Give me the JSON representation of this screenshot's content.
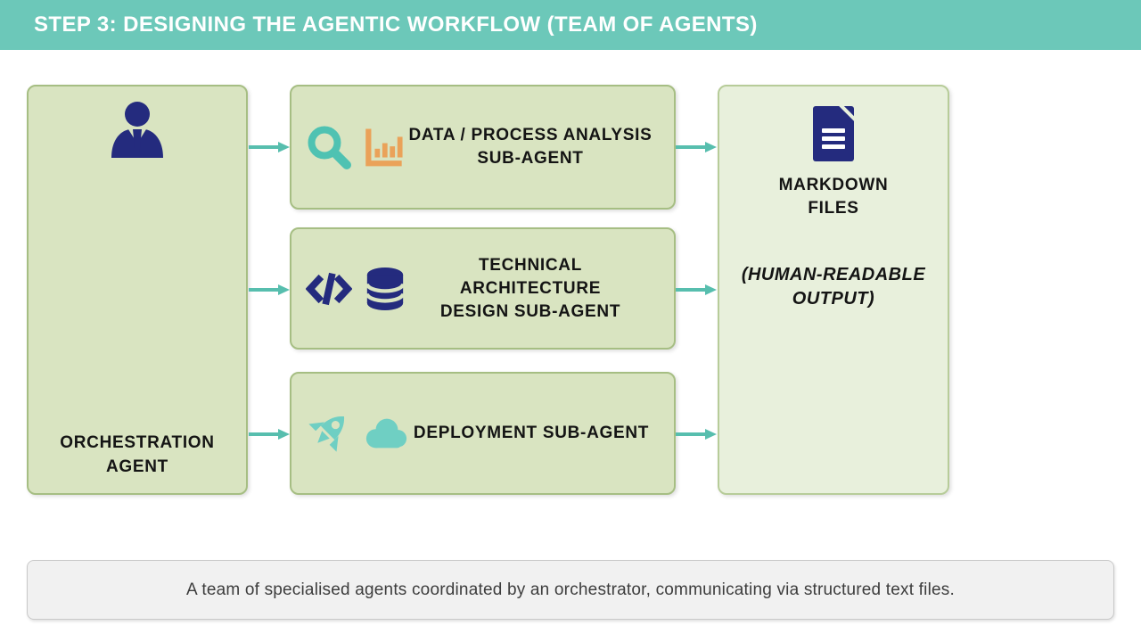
{
  "header": {
    "title": "STEP 3: DESIGNING THE AGENTIC WORKFLOW (TEAM OF AGENTS)"
  },
  "orchestrator": {
    "icon": "person-icon",
    "lines": [
      "ORCHESTRATION",
      "AGENT"
    ]
  },
  "sub_agents": [
    {
      "id": "data-process-analysis",
      "icons": [
        "search-icon",
        "bar-chart-icon"
      ],
      "lines": [
        "DATA / PROCESS ANALYSIS",
        "SUB-AGENT"
      ]
    },
    {
      "id": "technical-architecture-design",
      "icons": [
        "code-icon",
        "database-icon"
      ],
      "lines": [
        "TECHNICAL",
        "ARCHITECTURE",
        "DESIGN SUB-AGENT"
      ]
    },
    {
      "id": "deployment",
      "icons": [
        "rocket-icon",
        "cloud-icon"
      ],
      "lines": [
        "DEPLOYMENT SUB-AGENT"
      ]
    }
  ],
  "output": {
    "icon": "document-icon",
    "title_lines": [
      "MARKDOWN",
      "FILES"
    ],
    "subtitle_lines": [
      "(HUMAN-READABLE",
      "OUTPUT)"
    ]
  },
  "caption": {
    "text": "A team of specialised agents coordinated by an orchestrator, communicating via structured text files."
  },
  "colors": {
    "header_bg": "#6CC8B9",
    "arrow": "#57BEAE",
    "icon_teal": "#4FC2B2",
    "icon_teal_light": "#6FCFC3",
    "navy": "#242B7E",
    "orange": "#EAA259",
    "box_fill": "#D9E4C1",
    "box_border": "#A6BE83",
    "output_fill": "#E8F0DC",
    "output_border": "#B7CC99",
    "caption_fill": "#F1F1F1",
    "caption_border": "#C9C9C9",
    "caption_text": "#3D3D3D",
    "label_text": "#141414",
    "page_bg": "#FFFFFF"
  }
}
